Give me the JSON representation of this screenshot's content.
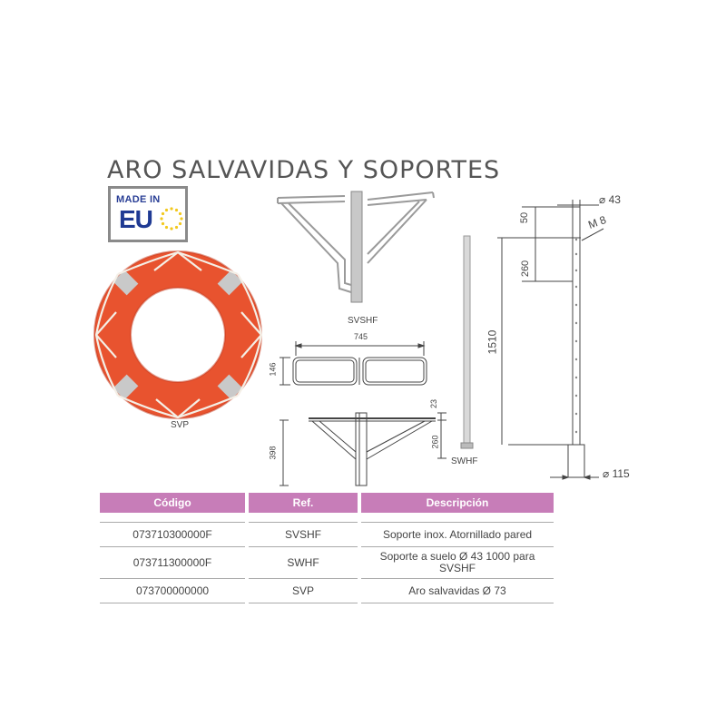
{
  "title": "ARO SALVAVIDAS Y SOPORTES",
  "logo": {
    "top_text": "MADE IN",
    "main_text": "EU"
  },
  "captions": {
    "svshf": "SVSHF",
    "svp": "SVP",
    "swhf": "SWHF"
  },
  "dimensions": {
    "plate_width": "745",
    "plate_height": "146",
    "bracket_height": "398",
    "bracket_arm": "260",
    "bracket_top": "23",
    "pole_diameter_top": "43",
    "pole_top": "50",
    "pole_bolt": "M 8",
    "pole_hole_spacing": "260",
    "pole_length": "1510",
    "pole_base_diameter": "115"
  },
  "colors": {
    "table_header": "#c77db8",
    "ring_orange": "#e8532f",
    "ring_band": "#c9c9c9",
    "eu_blue": "#1f3a93",
    "eu_star": "#f2c81e"
  },
  "table": {
    "headers": [
      "Código",
      "Ref.",
      "Descripción"
    ],
    "rows": [
      {
        "code": "073710300000F",
        "ref": "SVSHF",
        "desc": "Soporte inox. Atornillado pared"
      },
      {
        "code": "073711300000F",
        "ref": "SWHF",
        "desc": "Soporte a suelo Ø 43 1000 para SVSHF"
      },
      {
        "code": "073700000000",
        "ref": "SVP",
        "desc": "Aro salvavidas Ø 73"
      }
    ]
  }
}
